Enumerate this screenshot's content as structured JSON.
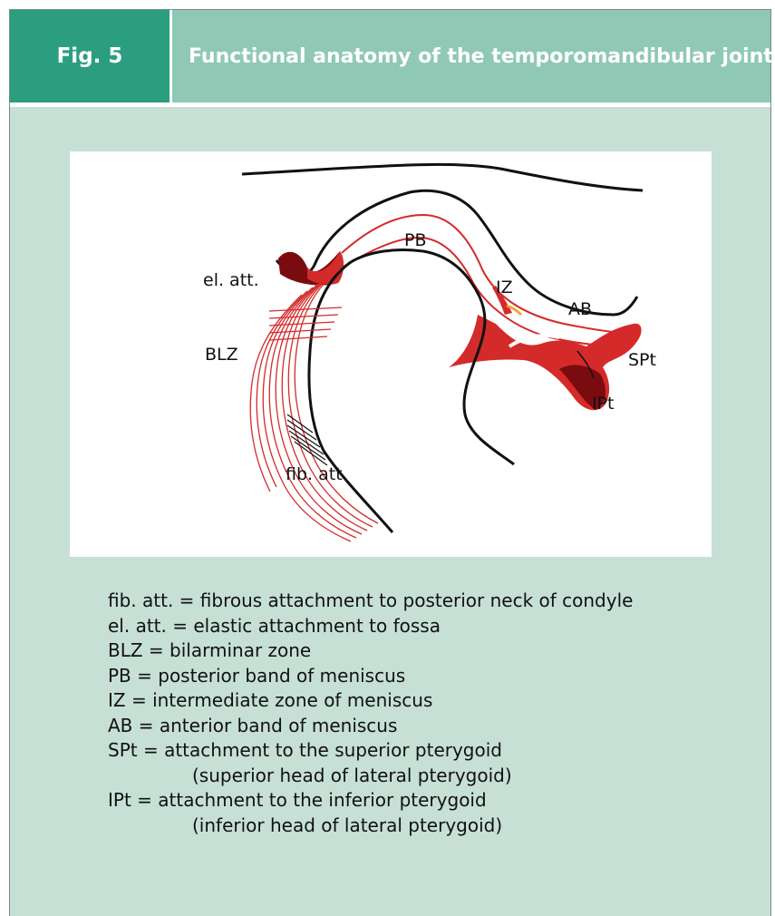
{
  "header": {
    "fig_label": "Fig. 5",
    "title": "Functional anatomy of the temporomandibular joint"
  },
  "diagram": {
    "labels": {
      "el_att": "el. att.",
      "pb": "PB",
      "iz": "IZ",
      "ab": "AB",
      "blz": "BLZ",
      "spt": "SPt",
      "ipt": "IPt",
      "fib_att": "fib. att."
    },
    "colors": {
      "tissue_red": "#d42a2a",
      "dark_red": "#7a0c10",
      "bone_line": "#111111",
      "accent_orange": "#f2a23a"
    }
  },
  "legend": [
    {
      "line": "fib. att. = fibrous attachment to posterior neck of condyle"
    },
    {
      "line": "el. att. = elastic attachment to fossa"
    },
    {
      "line": "BLZ = bilarminar zone"
    },
    {
      "line": "PB = posterior band of meniscus"
    },
    {
      "line": "IZ = intermediate zone of meniscus"
    },
    {
      "line": "AB = anterior band of meniscus"
    },
    {
      "line": "SPt = attachment to the superior pterygoid",
      "cont": "(superior head of lateral pterygoid)"
    },
    {
      "line": "IPt = attachment to the inferior pterygoid",
      "cont": "(inferior head of lateral pterygoid)"
    }
  ]
}
